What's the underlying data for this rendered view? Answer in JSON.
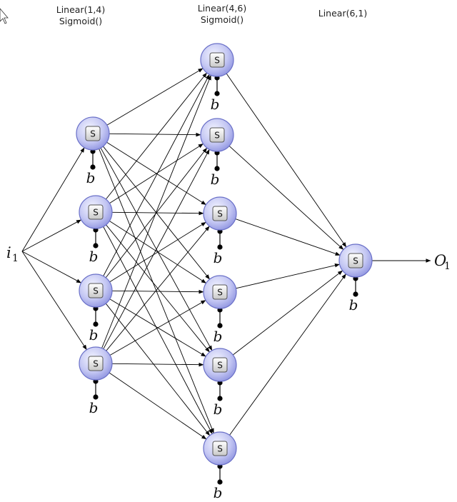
{
  "layers": [
    {
      "line1": "Linear(1,4)",
      "line2": "Sigmoid()"
    },
    {
      "line1": "Linear(4,6)",
      "line2": "Sigmoid()"
    },
    {
      "line1": "Linear(6,1)",
      "line2": ""
    }
  ],
  "node_symbol": "S",
  "bias_symbol": "b",
  "input": {
    "base": "i",
    "sub": "1"
  },
  "output": {
    "base": "O",
    "sub": "1"
  },
  "colors": {
    "node_fill_inner": "#eef0ff",
    "node_fill_outer": "#8f94e0",
    "node_stroke": "#6a70c8",
    "edge": "#000000"
  },
  "icons": {
    "cursor": "mouse-cursor-icon"
  }
}
